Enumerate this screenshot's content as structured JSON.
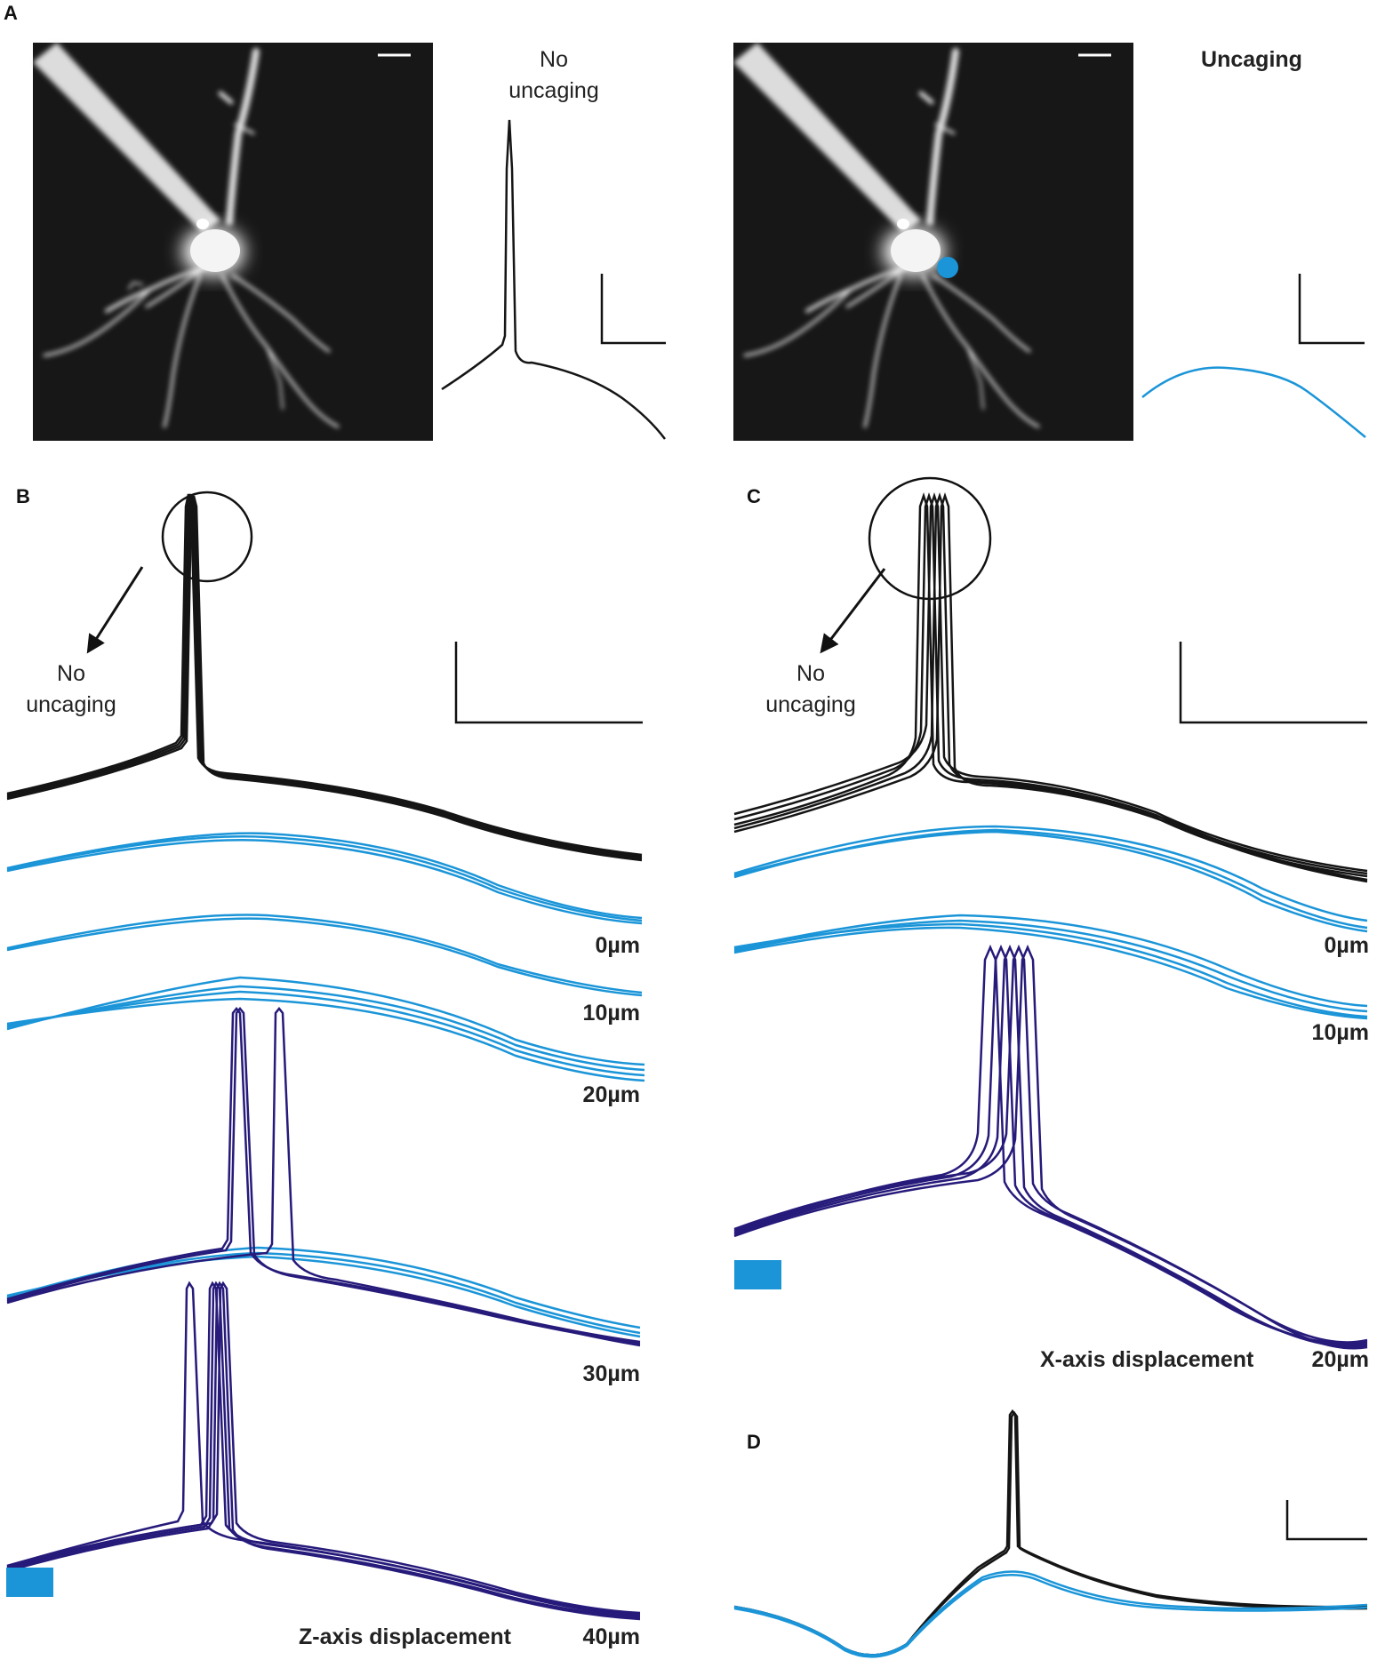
{
  "panels": {
    "a": {
      "label": "A",
      "left_trace_label": [
        "No",
        "uncaging"
      ],
      "right_trace_label": "Uncaging"
    },
    "b": {
      "label": "B",
      "callout": [
        "No",
        "uncaging"
      ],
      "depths": [
        "0µm",
        "10µm",
        "20µm",
        "30µm",
        "40µm"
      ],
      "axis_label": "Z-axis displacement"
    },
    "c": {
      "label": "C",
      "callout": [
        "No",
        "uncaging"
      ],
      "depths": [
        "0µm",
        "10µm",
        "20µm"
      ],
      "axis_label": "X-axis displacement"
    },
    "d": {
      "label": "D"
    }
  },
  "colors": {
    "black_trace": "#151515",
    "uncaging_subthreshold": "#1b95d8",
    "uncaging_spike": "#261a7a",
    "image_background": "#171717",
    "uncaging_spot": "#1b95d8"
  }
}
